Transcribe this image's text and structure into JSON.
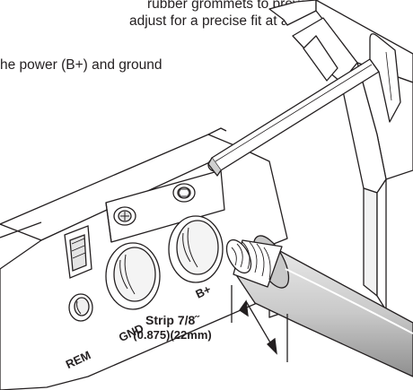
{
  "text": {
    "line1": "rubber grommets to prevent",
    "line2": "adjust for a precise fit at a",
    "line3": "he power (B+) and ground"
  },
  "labels": {
    "rem": "REM",
    "gnd": "GND",
    "bplus": "B+",
    "strip_line1": "Strip 7/8˝",
    "strip_line2": "(0.875)(22mm)"
  }
}
